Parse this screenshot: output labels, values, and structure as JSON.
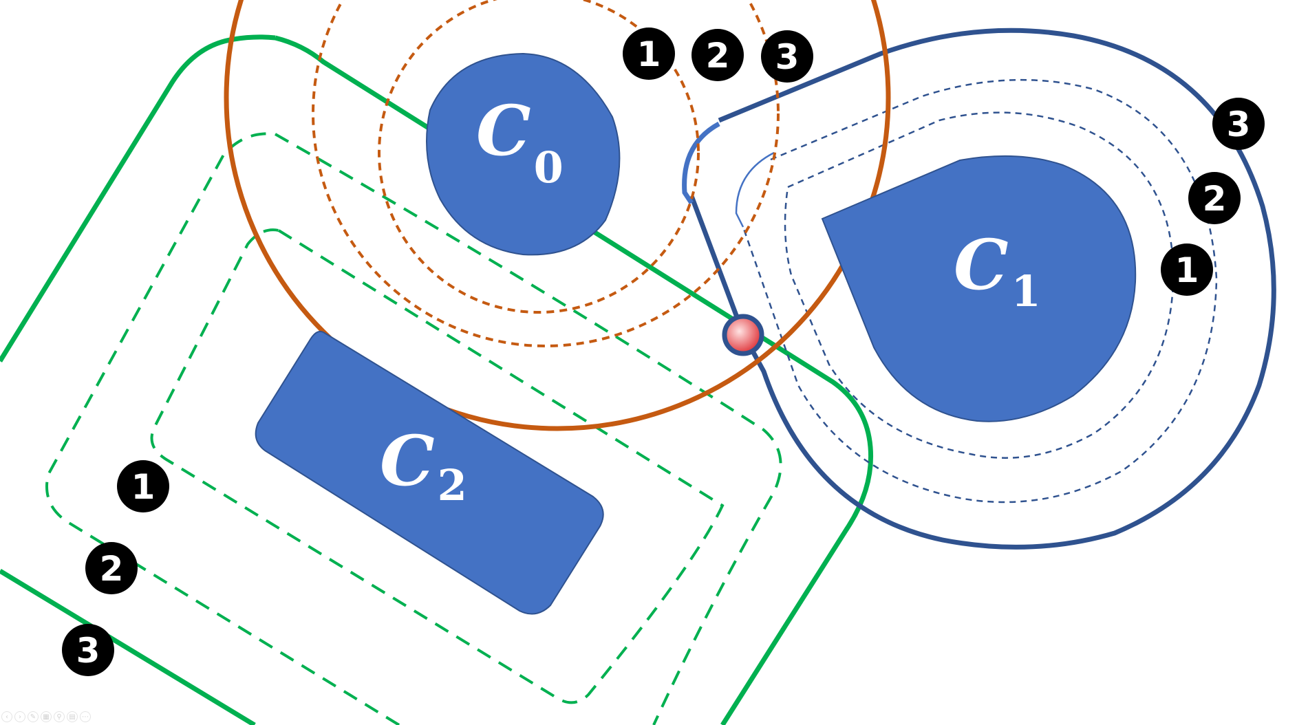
{
  "colors": {
    "shape_fill": "#4472C4",
    "shape_stroke": "#2F528F",
    "green": "#00B050",
    "orange": "#C55A11",
    "navy": "#2F528F",
    "point_fill": "#F4A0A0",
    "badge": "#000000",
    "label_text": "#FFFFFF"
  },
  "shapes": {
    "c0": {
      "label": "C",
      "subscript": "0"
    },
    "c1": {
      "label": "C",
      "subscript": "1"
    },
    "c2": {
      "label": "C",
      "subscript": "2"
    }
  },
  "levels": {
    "orange": [
      "1",
      "2",
      "3"
    ],
    "navy": [
      "1",
      "2",
      "3"
    ],
    "green": [
      "1",
      "2",
      "3"
    ]
  },
  "toolbar_icons": [
    "back-icon",
    "forward-icon",
    "pen-icon",
    "slides-icon",
    "zoom-icon",
    "subtitle-icon",
    "more-icon"
  ]
}
